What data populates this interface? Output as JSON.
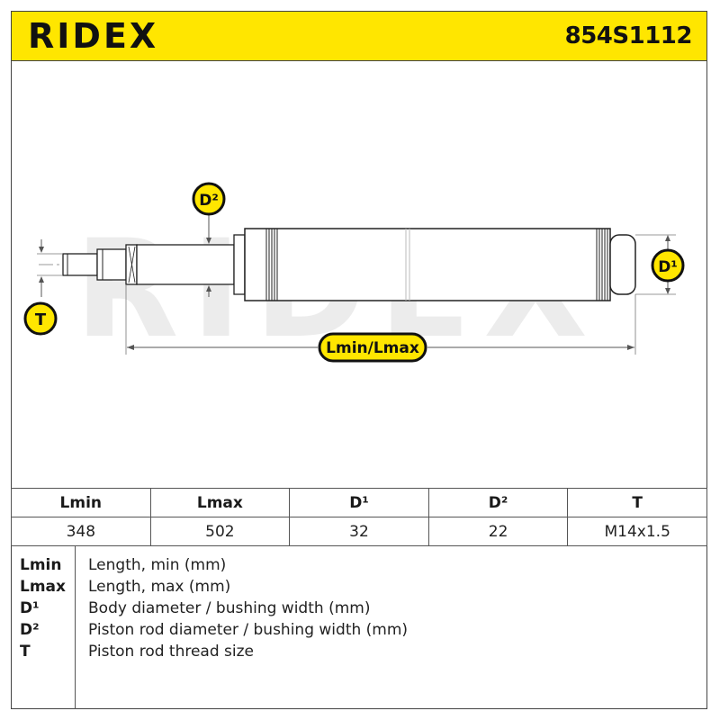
{
  "header": {
    "brand": "RIDEX",
    "part_number": "854S1112"
  },
  "diagram": {
    "label_d2": "D²",
    "label_d1": "D¹",
    "label_t": "T",
    "label_length": "Lmin/Lmax",
    "watermark": "RIDEX",
    "badge_color": "#ffe600"
  },
  "table": {
    "headers": [
      "Lmin",
      "Lmax",
      "D¹",
      "D²",
      "T"
    ],
    "values": [
      "348",
      "502",
      "32",
      "22",
      "M14x1.5"
    ]
  },
  "legend": [
    {
      "key": "Lmin",
      "desc": "Length, min (mm)"
    },
    {
      "key": "Lmax",
      "desc": "Length, max (mm)"
    },
    {
      "key": "D¹",
      "desc": "Body diameter / bushing width (mm)"
    },
    {
      "key": "D²",
      "desc": "Piston rod diameter / bushing width (mm)"
    },
    {
      "key": "T",
      "desc": "Piston rod thread size"
    }
  ]
}
